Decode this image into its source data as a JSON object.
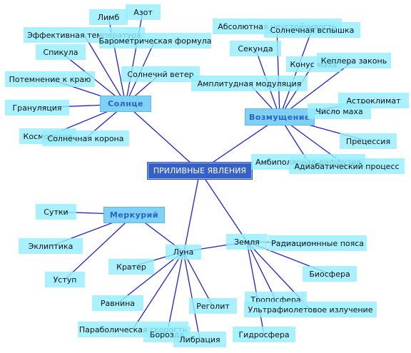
{
  "root": "ПРИЛИВНЫЕ ЯВЛЕНИЯ",
  "hubs": {
    "sun": "Солнце",
    "disturbance": "Возмущение",
    "mercury": "Меркурий",
    "moon": "Луна",
    "earth": "Земля"
  },
  "sun_items": [
    "Лимб",
    "Азот",
    "Эффективная температура",
    "Барометрическая формула",
    "Спикула",
    "Солнечнй ветер",
    "Потемнение к краю",
    "Грануляция",
    "Космология",
    "Солнечная корона"
  ],
  "disturbance_items": [
    "Абсолютная неустойчивость",
    "Солнечная вспышка",
    "Секунда",
    "Конус маха",
    "Кеплера законь",
    "Амплитудная модуляция",
    "Астроклимат",
    "Число маха",
    "Прецессия",
    "Амбиполярная диффузия",
    "Адиабатический процесс"
  ],
  "mercury_items": [
    "Сутки",
    "Эклиптика",
    "Уступ"
  ],
  "moon_items": [
    "Кратер",
    "Равнина",
    "Параболическая скорость",
    "Борозда",
    "Либрация",
    "Реголит"
  ],
  "earth_items": [
    "Радиационнные пояса",
    "Биосфера",
    "Тропосфера",
    "Ультрафиолетовое излучение",
    "Гидросфера"
  ],
  "colors": {
    "node_fill": "#96eeff",
    "hub_fill": "#7fd2f5",
    "hub_text": "#2a63c6",
    "root_fill": "#3460c8",
    "edge": "#1f22c8"
  }
}
